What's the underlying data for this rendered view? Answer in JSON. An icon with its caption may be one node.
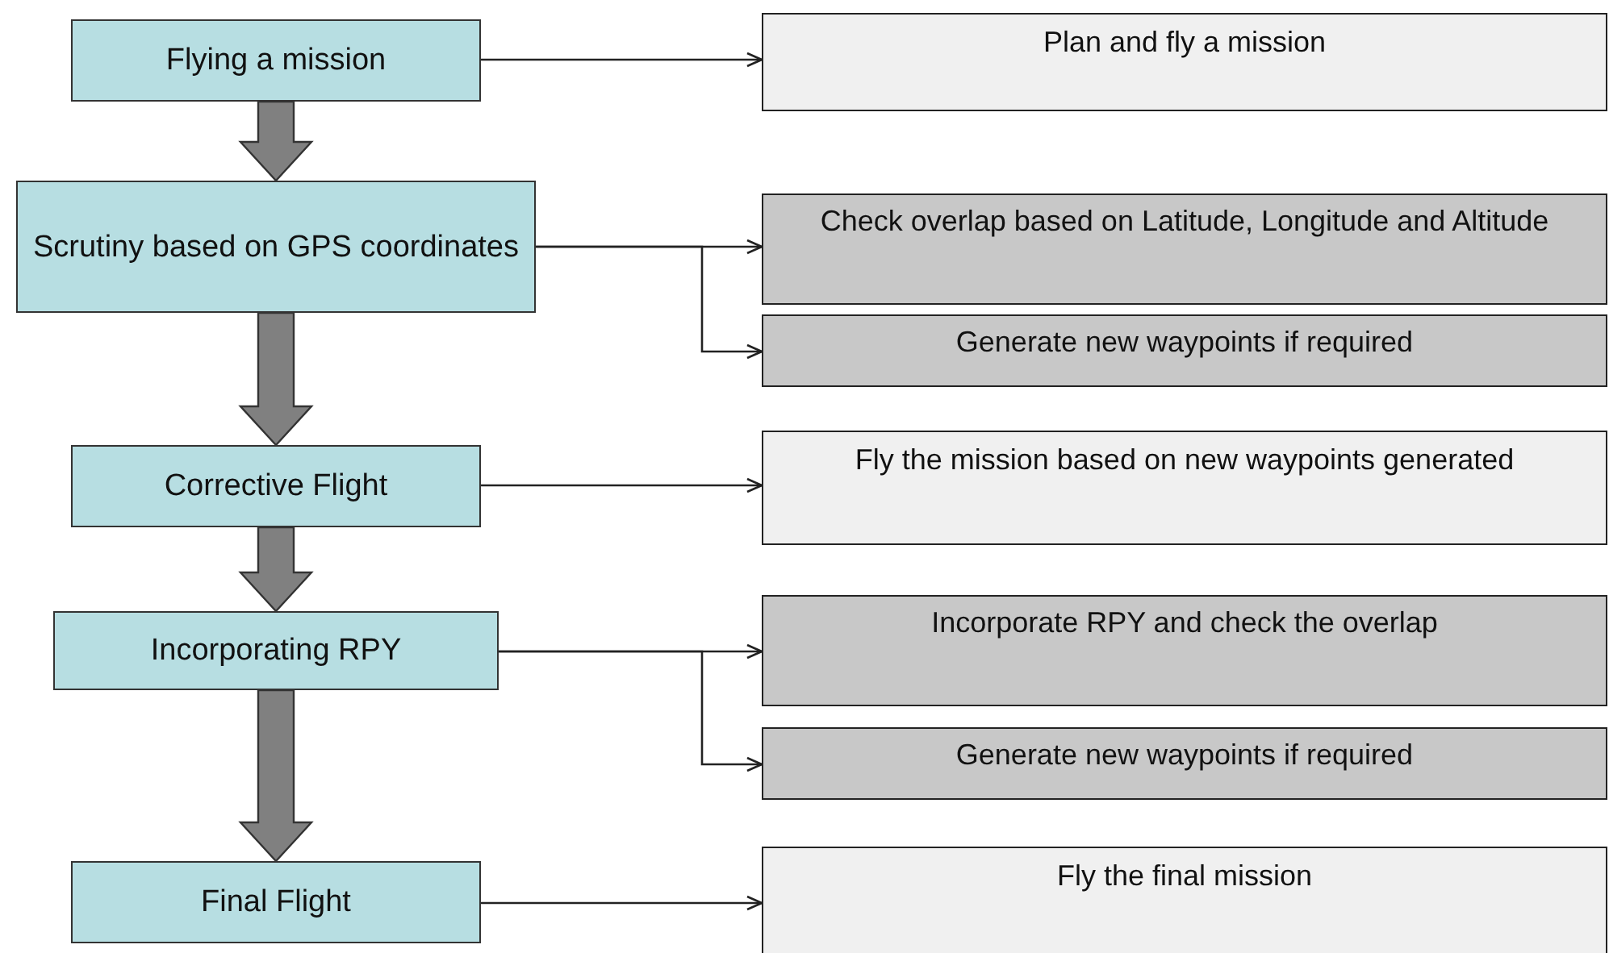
{
  "diagram": {
    "nodes": [
      {
        "text": [
          "Flying a mission"
        ]
      },
      {
        "text": [
          "Scrutiny based on GPS coordinates"
        ]
      },
      {
        "text": [
          "Corrective Flight"
        ]
      },
      {
        "text": [
          "Incorporating RPY"
        ]
      },
      {
        "text": [
          "Final Flight"
        ]
      },
      {
        "text": [
          "Plan and fly a mission"
        ]
      },
      {
        "text": [
          "Check overlap based on Latitude, Longitude and Altitude"
        ]
      },
      {
        "text": [
          "Generate new waypoints if required"
        ]
      },
      {
        "text": [
          "Fly the mission based on new waypoints generated"
        ]
      },
      {
        "text": [
          "Incorporate RPY and check the overlap"
        ]
      },
      {
        "text": [
          "Generate new waypoints if required"
        ]
      },
      {
        "text": [
          "Fly the final mission"
        ]
      }
    ],
    "edges": [
      {
        "from": 0,
        "to": 1,
        "arrow": "to",
        "style": "thick",
        "color": "#808080"
      },
      {
        "from": 1,
        "to": 2,
        "arrow": "to",
        "style": "thick",
        "color": "#808080"
      },
      {
        "from": 2,
        "to": 3,
        "arrow": "to",
        "style": "thick",
        "color": "#808080"
      },
      {
        "from": 3,
        "to": 4,
        "arrow": "to",
        "style": "thick",
        "color": "#808080"
      },
      {
        "from": 0,
        "to": 5,
        "arrow": "to"
      },
      {
        "from": 1,
        "to": 6,
        "arrow": "to"
      },
      {
        "from": 1,
        "to": 7,
        "arrow": "to"
      },
      {
        "from": 2,
        "to": 8,
        "arrow": "to"
      },
      {
        "from": 3,
        "to": 9,
        "arrow": "to"
      },
      {
        "from": 3,
        "to": 10,
        "arrow": "to"
      },
      {
        "from": 4,
        "to": 11,
        "arrow": "to"
      }
    ]
  }
}
